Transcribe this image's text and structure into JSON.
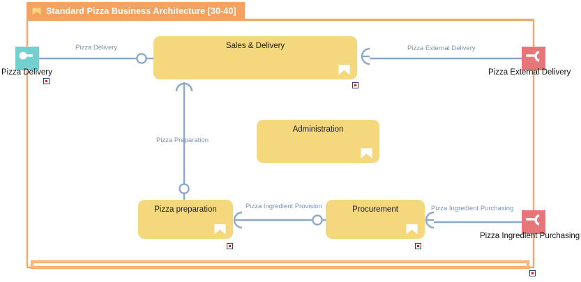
{
  "frame": {
    "title": "Standard Pizza Business Architecture [30-40]",
    "icon": "component-flag-icon",
    "border_color": "#F6A96B",
    "tab_color": "#F4A261"
  },
  "blocks": [
    {
      "id": "sales-delivery",
      "title": "Sales & Delivery",
      "badge": "component-flag-icon",
      "color": "#F5D77E"
    },
    {
      "id": "administration",
      "title": "Administration",
      "badge": "component-flag-icon",
      "color": "#F5D77E"
    },
    {
      "id": "pizza-preparation",
      "title": "Pizza preparation",
      "badge": "component-flag-icon",
      "color": "#F5D77E"
    },
    {
      "id": "procurement",
      "title": "Procurement",
      "badge": "component-flag-icon",
      "color": "#F5D77E"
    }
  ],
  "ports": [
    {
      "id": "pizza-delivery-port",
      "label": "Pizza Delivery",
      "kind": "provided",
      "color": "#74CFCF",
      "icon": "provided-interface-lollipop-icon"
    },
    {
      "id": "pizza-external-delivery-port",
      "label": "Pizza External Delivery",
      "kind": "required",
      "color": "#E7767A",
      "icon": "required-interface-socket-icon"
    },
    {
      "id": "pizza-ingredient-purchasing-port",
      "label": "Pizza Ingredient Purchasing",
      "kind": "required",
      "color": "#E7767A",
      "icon": "required-interface-socket-icon"
    }
  ],
  "connectors": [
    {
      "id": "conn-pizza-delivery",
      "label": "Pizza Delivery",
      "color": "#7893BA"
    },
    {
      "id": "conn-pizza-external-delivery",
      "label": "Pizza External Delivery",
      "color": "#7893BA"
    },
    {
      "id": "conn-pizza-preparation",
      "label": "Pizza Preparation",
      "color": "#7893BA"
    },
    {
      "id": "conn-pizza-ingredient-provision",
      "label": "Pizza Ingredient Provision",
      "color": "#7893BA"
    },
    {
      "id": "conn-pizza-ingredient-purchasing",
      "label": "Pizza Ingredient Purchasing",
      "color": "#7893BA"
    }
  ],
  "markers": [
    {
      "id": "marker-pizza-delivery-port"
    },
    {
      "id": "marker-sales-delivery"
    },
    {
      "id": "marker-pizza-preparation"
    },
    {
      "id": "marker-procurement"
    },
    {
      "id": "marker-frame"
    }
  ]
}
